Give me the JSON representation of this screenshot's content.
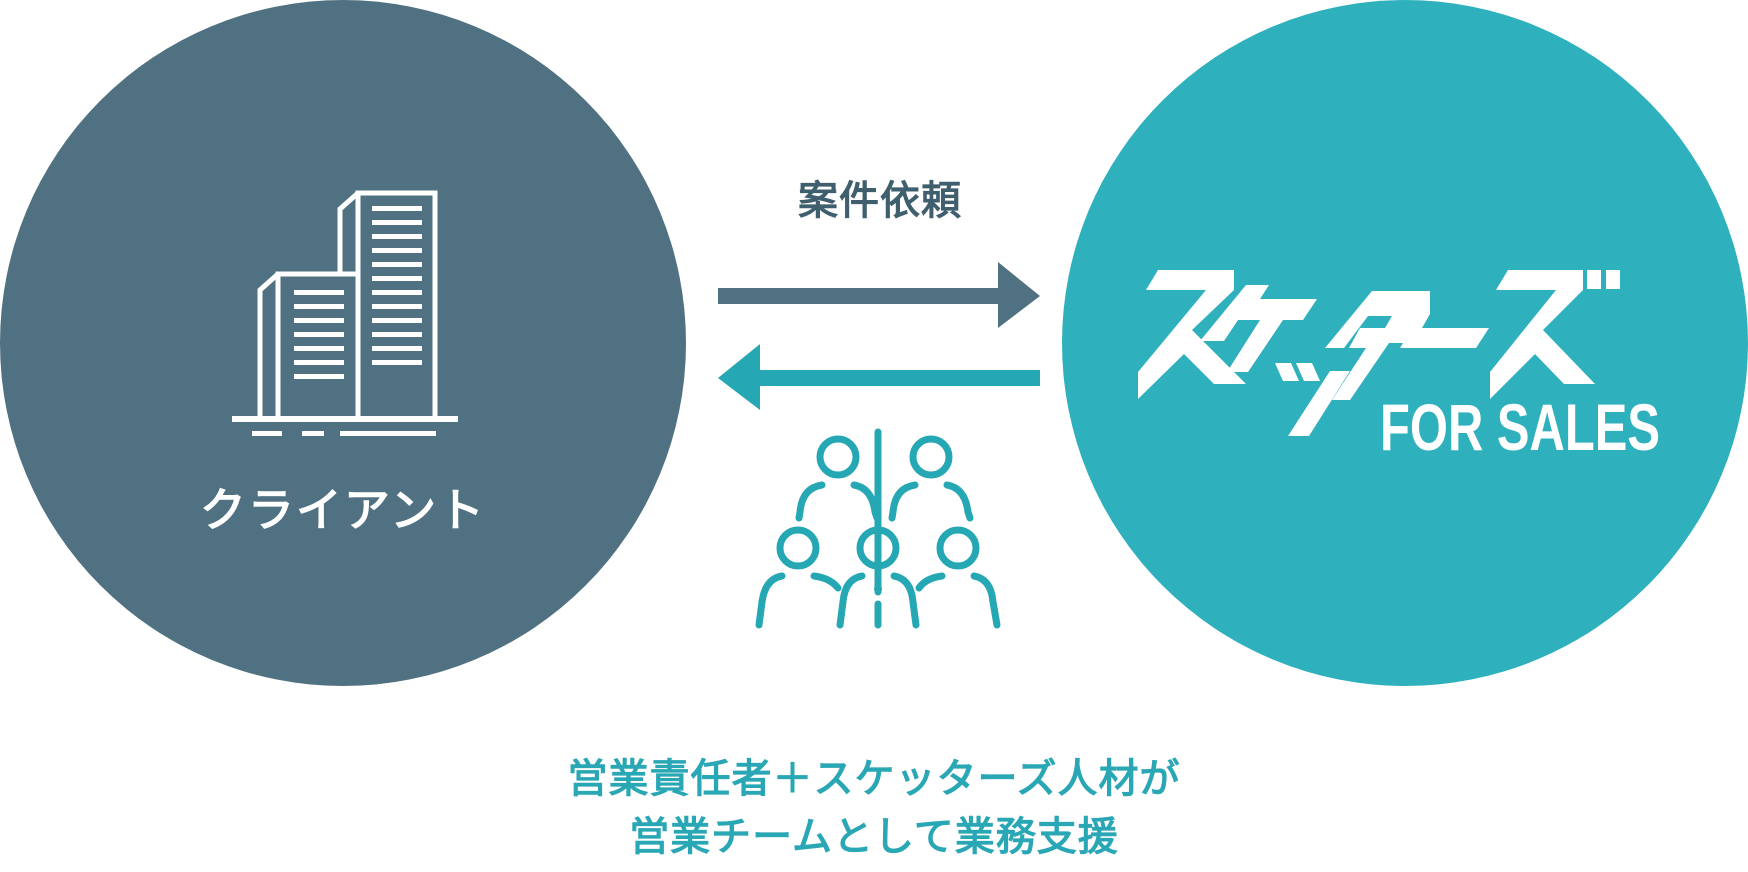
{
  "colors": {
    "client": "#507181",
    "skaters": "#2eb0bd",
    "caption": "#2aa7b5",
    "request_label": "#3f5f6e",
    "background": "#ffffff"
  },
  "client": {
    "label": "クライアント",
    "icon": "office-buildings-icon"
  },
  "flow": {
    "request_label": "案件依頼",
    "to_skaters_arrow": "arrow-right-icon",
    "to_client_arrow": "arrow-left-icon",
    "team_icon": "team-people-icon"
  },
  "skaters": {
    "logo_text": "スケッターズ",
    "logo_subtext": "FOR SALES"
  },
  "caption": {
    "line1": "営業責任者＋スケッターズ人材が",
    "line2": "営業チームとして業務支援"
  }
}
